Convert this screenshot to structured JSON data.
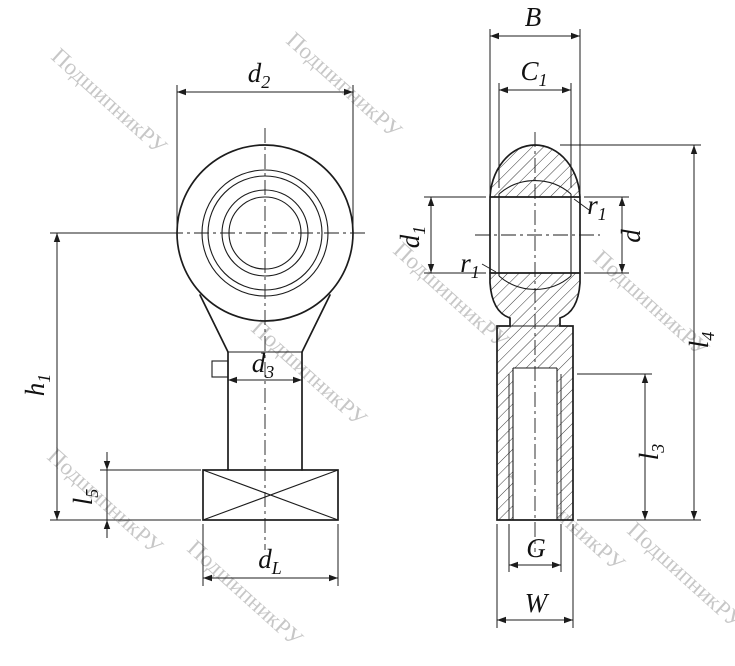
{
  "watermark": {
    "text": "ПодшипникРУ"
  },
  "colors": {
    "line": "#1c1c1c",
    "watermark": "#9a9a9a",
    "background": "#ffffff"
  },
  "front_view": {
    "labels": {
      "d2": {
        "base": "d",
        "sub": "2"
      },
      "h1": {
        "base": "h",
        "sub": "1"
      },
      "d3": {
        "base": "d",
        "sub": "3"
      },
      "l5": {
        "base": "l",
        "sub": "5"
      },
      "dL": {
        "base": "d",
        "sub": "L"
      }
    }
  },
  "side_view": {
    "labels": {
      "B": {
        "base": "B",
        "sub": ""
      },
      "C1": {
        "base": "C",
        "sub": "1"
      },
      "d1": {
        "base": "d",
        "sub": "1"
      },
      "r1_upper": {
        "base": "r",
        "sub": "1"
      },
      "r1_lower": {
        "base": "r",
        "sub": "1"
      },
      "d": {
        "base": "d",
        "sub": ""
      },
      "l4": {
        "base": "l",
        "sub": "4"
      },
      "l3": {
        "base": "l",
        "sub": "3"
      },
      "G": {
        "base": "G",
        "sub": ""
      },
      "W": {
        "base": "W",
        "sub": ""
      }
    }
  }
}
